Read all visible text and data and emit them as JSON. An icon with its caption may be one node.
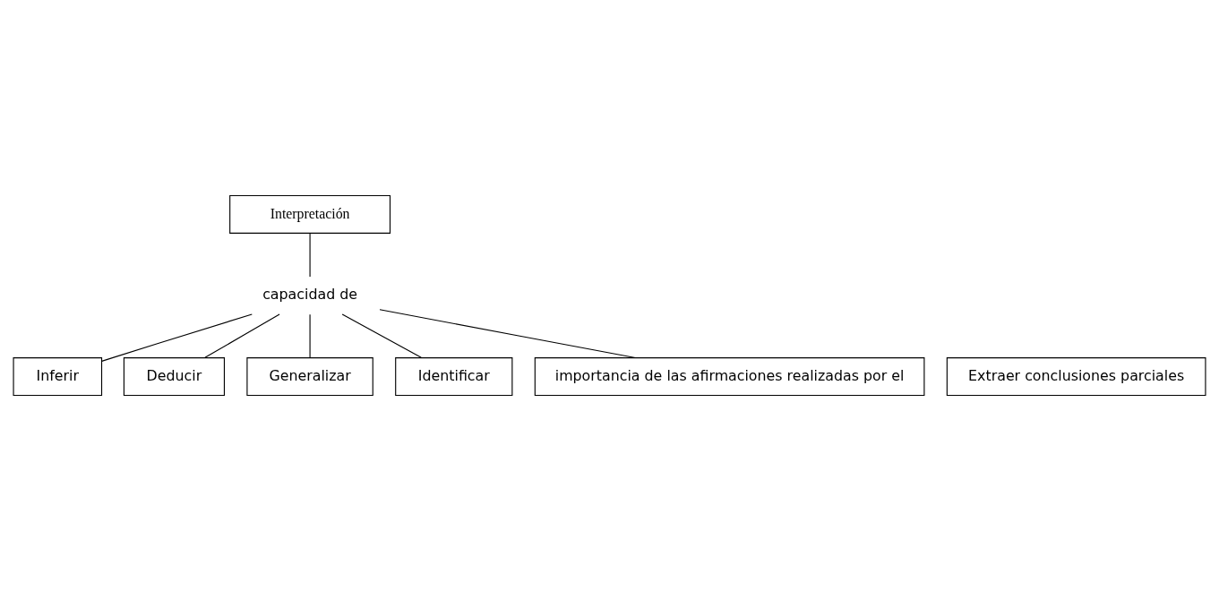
{
  "diagram": {
    "nodes": [
      {
        "text": [
          "Interpretación"
        ]
      },
      {
        "text": [
          "capacidad de"
        ]
      },
      {
        "text": [
          "Inferir"
        ]
      },
      {
        "text": [
          "Deducir"
        ]
      },
      {
        "text": [
          "Generalizar"
        ]
      },
      {
        "text": [
          "Identificar"
        ]
      },
      {
        "text": [
          "Extraer conclusiones parciales"
        ]
      },
      {
        "text": [
          "importancia de las afirmaciones realizadas por el"
        ]
      }
    ],
    "edges": [
      {
        "from": 0,
        "to": 1,
        "arrow": "none"
      },
      {
        "from": 1,
        "to": 2,
        "arrow": "none"
      },
      {
        "from": 1,
        "to": 3,
        "arrow": "none"
      },
      {
        "from": 1,
        "to": 4,
        "arrow": "none"
      },
      {
        "from": 1,
        "to": 5,
        "arrow": "none"
      },
      {
        "from": 1,
        "to": 7,
        "arrow": "none"
      }
    ]
  }
}
